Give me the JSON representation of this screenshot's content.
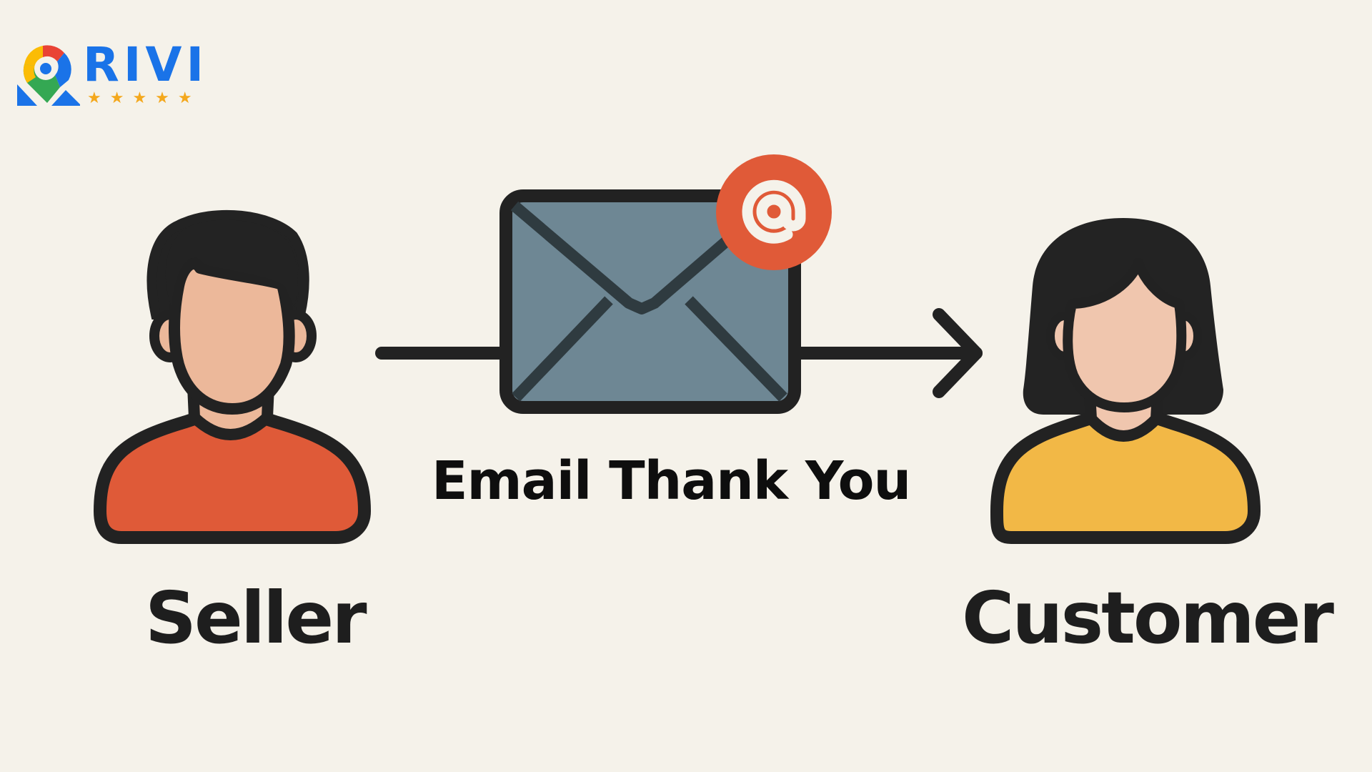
{
  "logo": {
    "brand": "RIVI",
    "stars": "★★★★★",
    "star_count": 5,
    "colors": {
      "blue": "#1A73E8",
      "red": "#E94335",
      "yellow": "#FBBC05",
      "green": "#34A853",
      "star": "#F4A81D"
    }
  },
  "diagram": {
    "title": "Email Thank You",
    "sender": {
      "label": "Seller",
      "shirt_color": "#DF5A38"
    },
    "receiver": {
      "label": "Customer",
      "shirt_color": "#F2B846"
    },
    "message": {
      "icon": "envelope-icon",
      "badge_icon": "at-sign-icon",
      "badge_symbol": "@",
      "envelope_color": "#6E8794",
      "badge_color": "#E05A38"
    },
    "flow_direction": "seller-to-customer",
    "colors": {
      "background": "#F5F2EA",
      "outline": "#222222",
      "skin": "#ECB89A",
      "skin_customer": "#F0C6AE",
      "hair": "#232323"
    }
  }
}
